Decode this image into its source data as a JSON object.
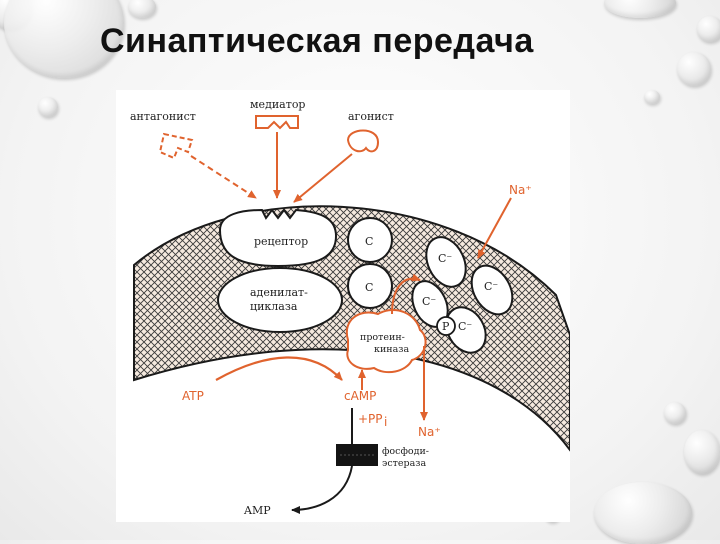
{
  "title": "Синаптическая передача",
  "diagram": {
    "labels": {
      "antagonist": "антагонист",
      "mediator": "медиатор",
      "agonist": "агонист",
      "receptor": "рецептор",
      "c1": "С",
      "c2": "С",
      "adenylate_1": "аденилат-",
      "adenylate_2": "циклаза",
      "protein_1": "протеин-",
      "protein_2": "киназа",
      "na_top": "Na⁺",
      "na_bottom": "Na⁺",
      "atp": "ATP",
      "camp": "cAMP",
      "ppi": "+PP",
      "ppi_sub": "i",
      "pde_1": "фосфоди-",
      "pde_2": "эстераза",
      "amp": "AMP",
      "channel_1": "C⁻",
      "channel_2": "C⁻",
      "channel_3": "C⁻",
      "channel_4": "C⁻",
      "channel_p": "P"
    },
    "colors": {
      "accent": "#e0632e",
      "line": "#1a1a1a",
      "hatch": "#3a3a3a"
    }
  }
}
